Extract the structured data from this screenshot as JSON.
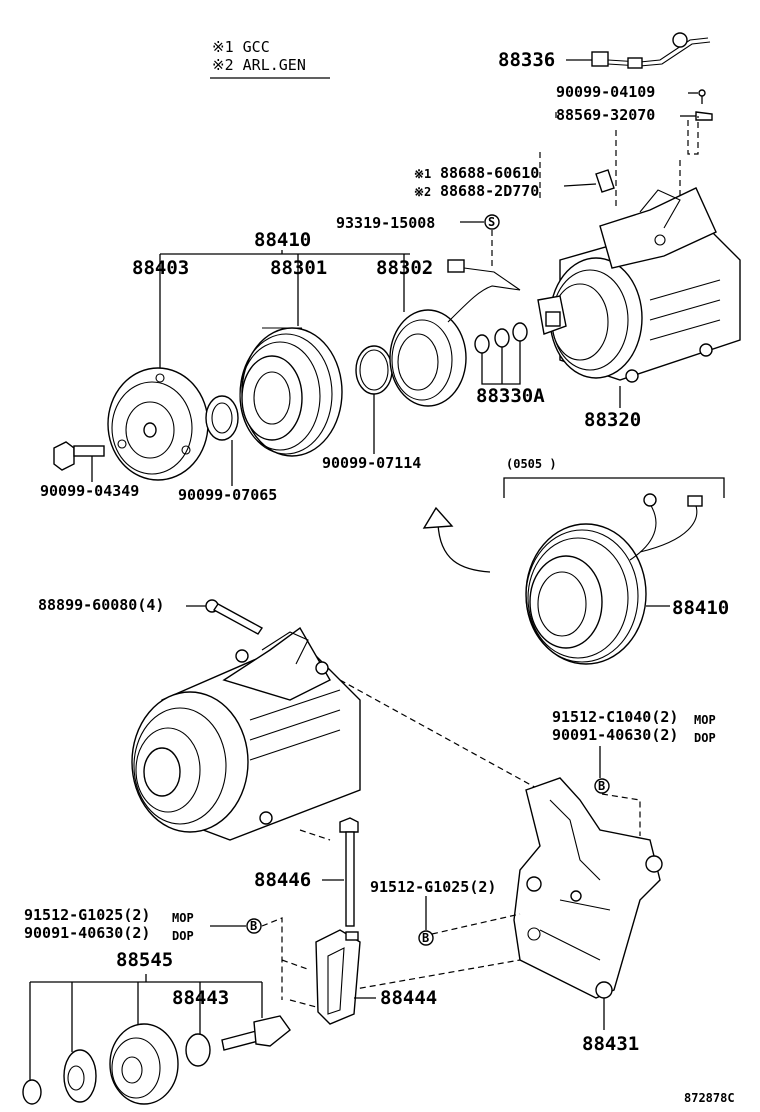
{
  "notes": {
    "line1": "※1 GCC",
    "line2": "※2 ARL.GEN"
  },
  "parts": {
    "p88336": "88336",
    "p90099_04109": "90099-04109",
    "p88569_32070": "88569-32070",
    "p88688_60610": "88688-60610",
    "p88688_2D770": "88688-2D770",
    "mark1": "※1",
    "mark2": "※2",
    "p93319_15008": "93319-15008",
    "p88410_top": "88410",
    "p88403": "88403",
    "p88301": "88301",
    "p88302": "88302",
    "p88330A": "88330A",
    "p88320": "88320",
    "p90099_04349": "90099-04349",
    "p90099_07065": "90099-07065",
    "p90099_07114": "90099-07114",
    "date_range": "(0505        )",
    "p88410_alt": "88410",
    "p88899_60080": "88899-60080(4)",
    "p91512_C1040": "91512-C1040(2)",
    "mop1": "MOP",
    "p90091_40630_r": "90091-40630(2)",
    "dop1": "DOP",
    "p88446": "88446",
    "p91512_G1025_c": "91512-G1025(2)",
    "p91512_G1025_l": "91512-G1025(2)",
    "mop2": "MOP",
    "p90091_40630_l": "90091-40630(2)",
    "dop2": "DOP",
    "p88545": "88545",
    "p88443": "88443",
    "p88444": "88444",
    "p88431": "88431",
    "ref": "872878C"
  },
  "symbols": {
    "s": "S",
    "b": "B"
  }
}
